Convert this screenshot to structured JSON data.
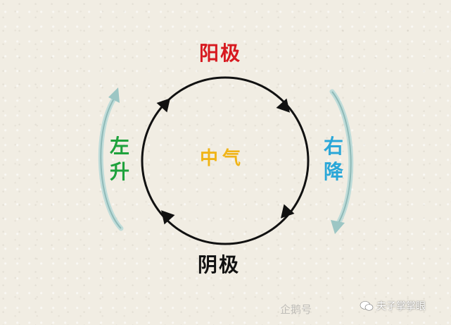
{
  "labels": {
    "top": "阳极",
    "bottom": "阴极",
    "center": "中气",
    "left": "左升",
    "right": "右降"
  },
  "colors": {
    "top": "#d7191f",
    "bottom": "#111111",
    "center": "#f0b418",
    "left": "#1fa23c",
    "right": "#2aa7d8",
    "circle": "#111111",
    "side_arrow": "#9cc6c4"
  },
  "watermark": {
    "text": "企鹅号",
    "account": "夫子掌掌眼"
  }
}
